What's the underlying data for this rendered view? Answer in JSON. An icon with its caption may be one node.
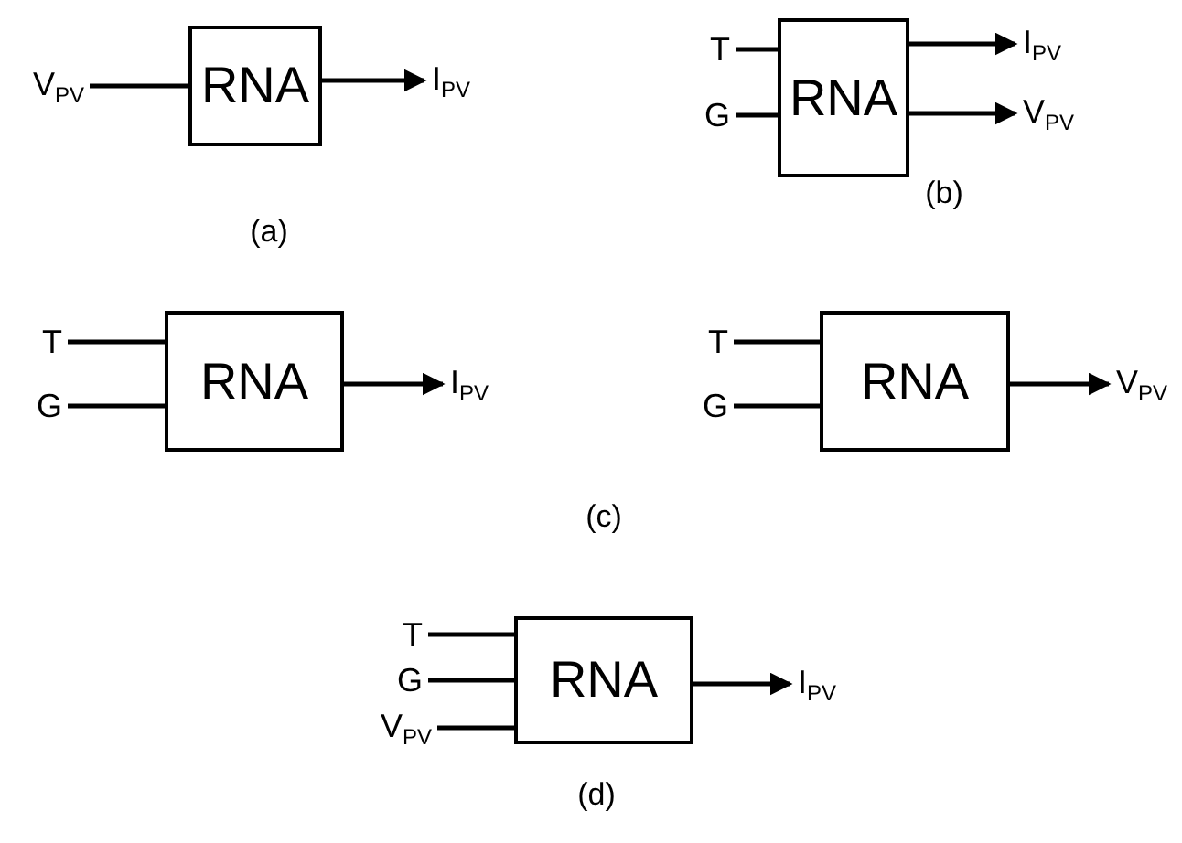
{
  "diagram": {
    "nodes": [
      {
        "text": [
          "V$_{PV}$"
        ]
      },
      {
        "text": [
          "RNA"
        ]
      },
      {
        "text": [
          "I$_{PV}$"
        ]
      },
      {
        "text": [
          "T"
        ]
      },
      {
        "text": [
          "G"
        ]
      },
      {
        "text": [
          "RNA"
        ]
      },
      {
        "text": [
          "I$_{PV}$"
        ]
      },
      {
        "text": [
          "V$_{PV}$"
        ]
      },
      {
        "text": [
          "T"
        ]
      },
      {
        "text": [
          "G"
        ]
      },
      {
        "text": [
          "RNA"
        ]
      },
      {
        "text": [
          "I$_{PV}$"
        ]
      },
      {
        "text": [
          "T"
        ]
      },
      {
        "text": [
          "G"
        ]
      },
      {
        "text": [
          "RNA"
        ]
      },
      {
        "text": [
          "V$_{PV}$"
        ]
      },
      {
        "text": [
          "T"
        ]
      },
      {
        "text": [
          "G"
        ]
      },
      {
        "text": [
          "V$_{PV}$"
        ]
      },
      {
        "text": [
          "RNA"
        ]
      },
      {
        "text": [
          "I$_{PV}$"
        ]
      }
    ],
    "edges": [
      {
        "from": 0,
        "to": 1,
        "arrow": "none"
      },
      {
        "from": 1,
        "to": 2,
        "arrow": "to"
      },
      {
        "from": 3,
        "to": 5,
        "arrow": "none"
      },
      {
        "from": 4,
        "to": 5,
        "arrow": "none"
      },
      {
        "from": 5,
        "to": 6,
        "arrow": "to"
      },
      {
        "from": 5,
        "to": 7,
        "arrow": "to"
      },
      {
        "from": 8,
        "to": 10,
        "arrow": "none"
      },
      {
        "from": 9,
        "to": 10,
        "arrow": "none"
      },
      {
        "from": 10,
        "to": 11,
        "arrow": "to"
      },
      {
        "from": 12,
        "to": 14,
        "arrow": "none"
      },
      {
        "from": 13,
        "to": 14,
        "arrow": "none"
      },
      {
        "from": 14,
        "to": 15,
        "arrow": "to"
      },
      {
        "from": 16,
        "to": 19,
        "arrow": "none"
      },
      {
        "from": 17,
        "to": 19,
        "arrow": "none"
      },
      {
        "from": 18,
        "to": 19,
        "arrow": "none"
      },
      {
        "from": 19,
        "to": 20,
        "arrow": "to"
      }
    ],
    "labels": [
      "(a)",
      "(b)",
      "(c)",
      "(d)"
    ]
  }
}
